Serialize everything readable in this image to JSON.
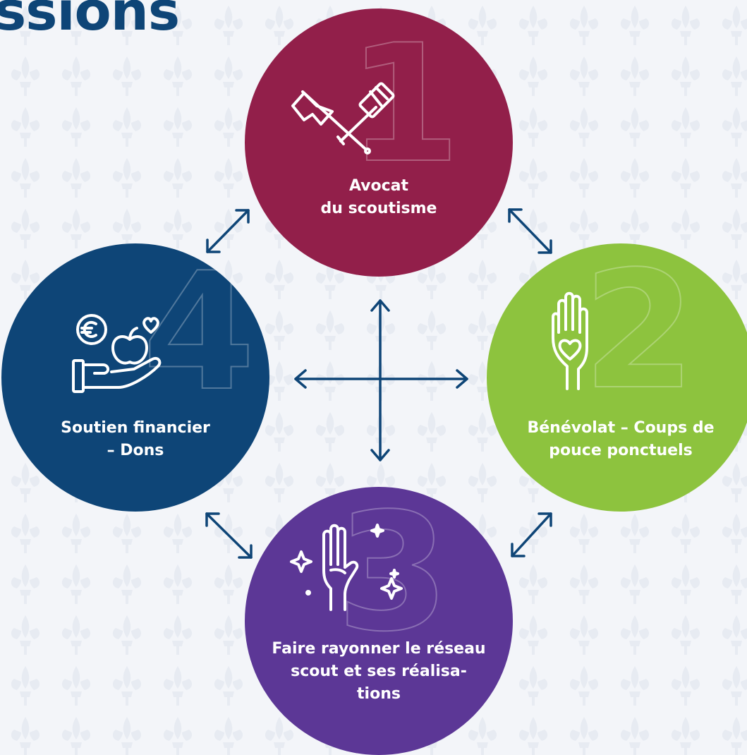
{
  "title": "ssions",
  "colors": {
    "title": "#0e4577",
    "arrow": "#0e4577",
    "background": "#f3f5f9",
    "pattern": "#e6eaf1"
  },
  "missions": [
    {
      "number": "1",
      "icon": "flag-gavel-icon",
      "color": "#921f4a",
      "label_lines": [
        "Avocat",
        "du scoutisme"
      ]
    },
    {
      "number": "2",
      "icon": "hand-heart-icon",
      "color": "#8dc33e",
      "label_lines": [
        "Bénévolat – Coups de",
        "pouce ponctuels"
      ]
    },
    {
      "number": "3",
      "icon": "scout-salute-icon",
      "color": "#5c3796",
      "label_lines": [
        "Faire rayonner le réseau",
        "scout et ses réalisa-",
        "tions"
      ]
    },
    {
      "number": "4",
      "icon": "donation-hand-icon",
      "color": "#0e4577",
      "label_lines": [
        "Soutien financier",
        "– Dons"
      ]
    }
  ]
}
